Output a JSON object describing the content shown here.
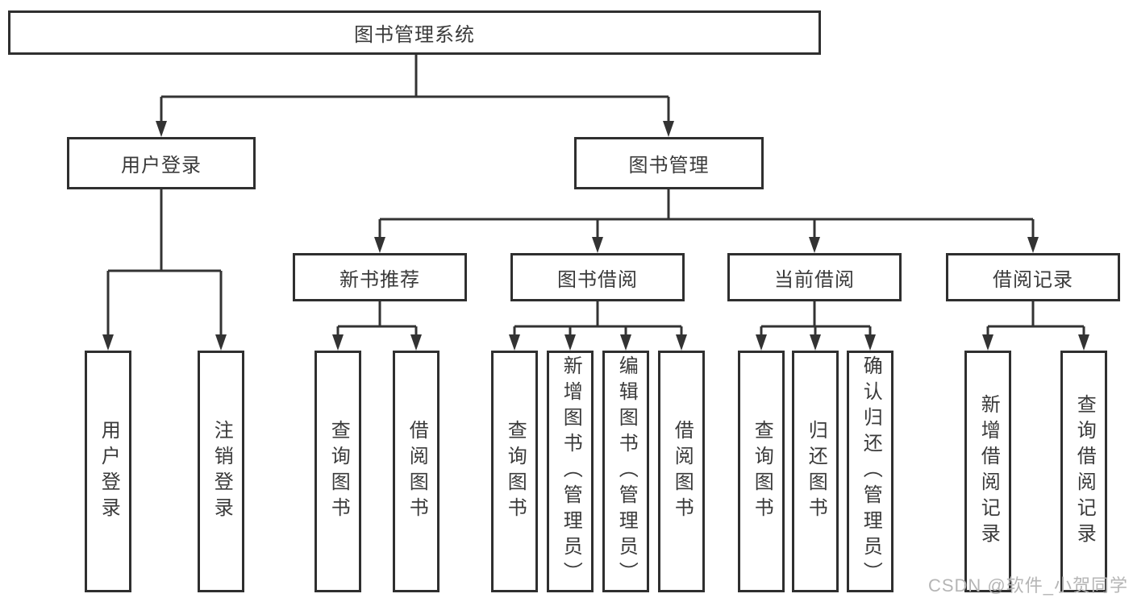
{
  "diagram": {
    "root": {
      "label": "图书管理系统"
    },
    "level2": [
      {
        "id": "user-login",
        "label": "用户登录"
      },
      {
        "id": "book-management",
        "label": "图书管理"
      }
    ],
    "level3": [
      {
        "id": "new-book-recommendation",
        "label": "新书推荐",
        "parent": "book-management"
      },
      {
        "id": "book-borrowing",
        "label": "图书借阅",
        "parent": "book-management"
      },
      {
        "id": "current-borrowing",
        "label": "当前借阅",
        "parent": "book-management"
      },
      {
        "id": "borrowing-records",
        "label": "借阅记录",
        "parent": "book-management"
      }
    ],
    "leaves": [
      {
        "parent": "user-login",
        "label": "用户登录"
      },
      {
        "parent": "user-login",
        "label": "注销登录"
      },
      {
        "parent": "new-book-recommendation",
        "label": "查询图书"
      },
      {
        "parent": "new-book-recommendation",
        "label": "借阅图书"
      },
      {
        "parent": "book-borrowing",
        "label": "查询图书"
      },
      {
        "parent": "book-borrowing",
        "label": "新增图书（管理员）"
      },
      {
        "parent": "book-borrowing",
        "label": "编辑图书（管理员）"
      },
      {
        "parent": "book-borrowing",
        "label": "借阅图书"
      },
      {
        "parent": "current-borrowing",
        "label": "查询图书"
      },
      {
        "parent": "current-borrowing",
        "label": "归还图书"
      },
      {
        "parent": "current-borrowing",
        "label": "确认归还（管理员）"
      },
      {
        "parent": "borrowing-records",
        "label": "新增借阅记录"
      },
      {
        "parent": "borrowing-records",
        "label": "查询借阅记录"
      }
    ]
  },
  "watermark": {
    "text": "CSDN @软件_小贺同学"
  },
  "colors": {
    "line": "#333333",
    "border": "#2f2f2f",
    "text": "#3a3a3a",
    "background": "#ffffff",
    "watermark": "#b5b5b5"
  }
}
